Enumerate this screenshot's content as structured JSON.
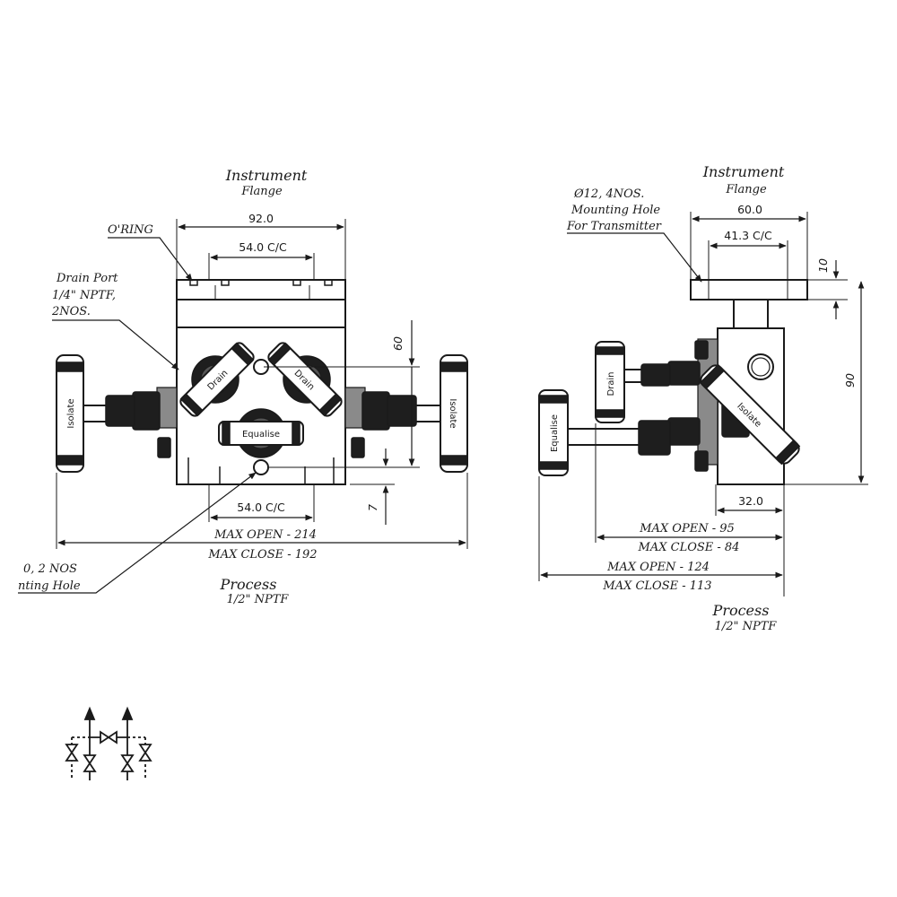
{
  "front_view": {
    "top_heading": "Instrument",
    "top_sub": "Flange",
    "oring": "O'RING",
    "drain_port": [
      "Drain Port",
      "1/4\" NPTF,",
      "2NOS."
    ],
    "width_dim": "92.0",
    "cc_top": "54.0 C/C",
    "cc_bottom": "54.0 C/C",
    "height_dim": "60",
    "small_dim": "7",
    "max_open": "MAX OPEN - 214",
    "max_close": "MAX CLOSE - 192",
    "mount_hole": [
      "0,  2 NOS",
      "nting Hole"
    ],
    "bottom_heading": "Process",
    "bottom_sub": "1/2\" NPTF",
    "valve_isolate_left": "Isolate",
    "valve_isolate_right": "Isolate",
    "valve_drain_left": "Drain",
    "valve_drain_right": "Drain",
    "valve_equalise": "Equalise"
  },
  "side_view": {
    "top_heading": "Instrument",
    "top_sub": "Flange",
    "mount_hole": [
      "Ø12, 4NOS.",
      "Mounting Hole",
      "For Transmitter"
    ],
    "width_dim": "60.0",
    "cc_dim": "41.3 C/C",
    "flange_thk": "10",
    "height_dim": "90",
    "base_width": "32.0",
    "max_open_1": "MAX OPEN - 95",
    "max_close_1": "MAX CLOSE - 84",
    "max_open_2": "MAX OPEN - 124",
    "max_close_2": "MAX CLOSE - 113",
    "bottom_heading": "Process",
    "bottom_sub": "1/2\" NPTF",
    "valve_drain": "Drain",
    "valve_equalise": "Equalise",
    "valve_isolate": "Isolate"
  },
  "colors": {
    "ink": "#1a1a1a",
    "background": "#ffffff"
  }
}
